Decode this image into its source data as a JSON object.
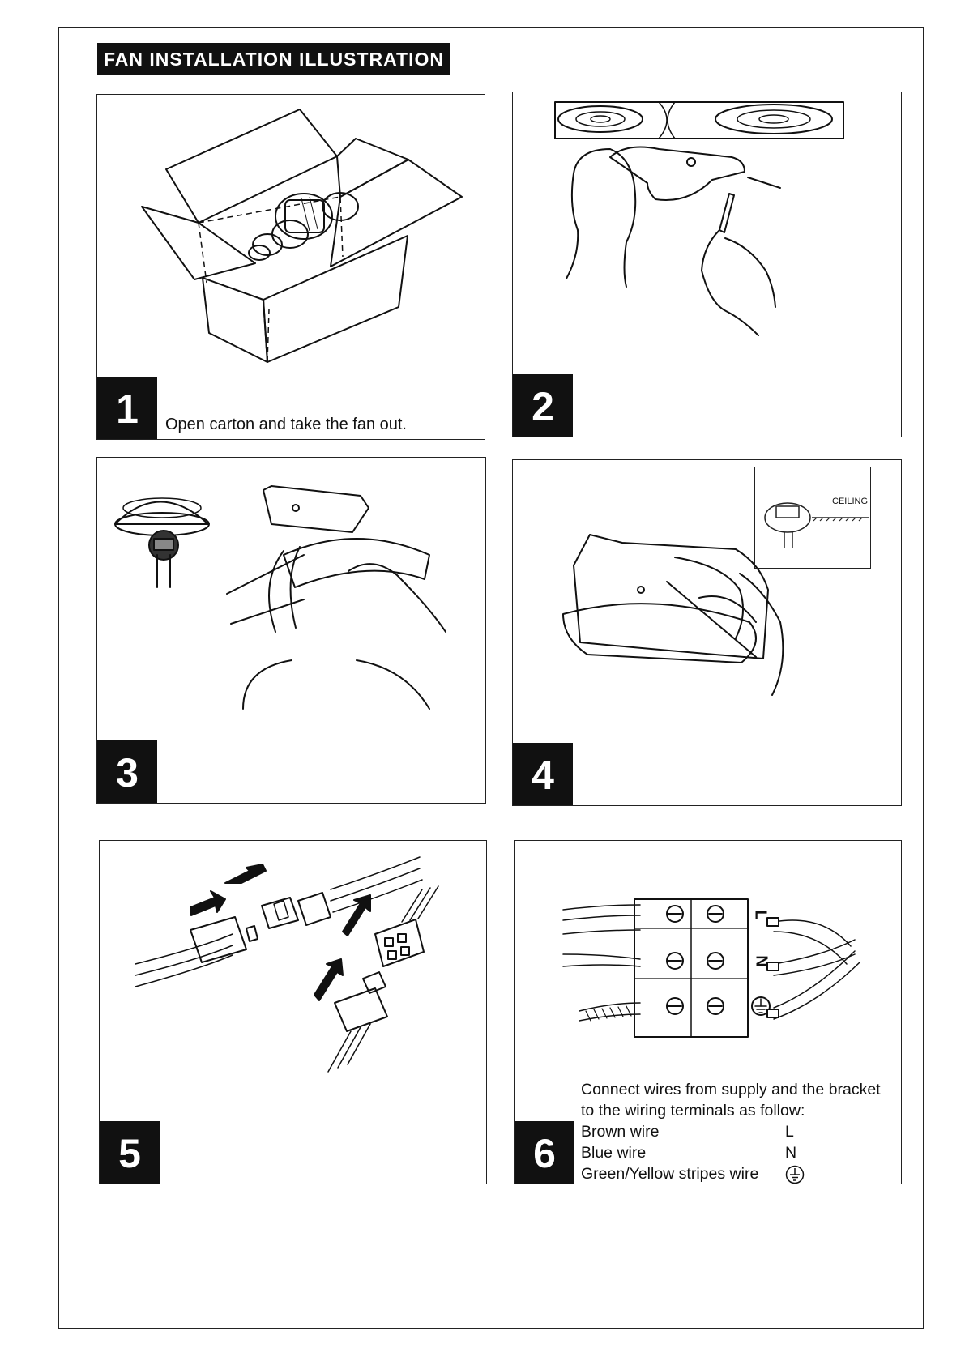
{
  "page": {
    "title": "FAN INSTALLATION ILLUSTRATION"
  },
  "steps": [
    {
      "number": "1",
      "caption": "Open carton and take the fan out."
    },
    {
      "number": "2",
      "caption": ""
    },
    {
      "number": "3",
      "caption": ""
    },
    {
      "number": "4",
      "caption": "",
      "inset_label": "CEILING"
    },
    {
      "number": "5",
      "caption": ""
    },
    {
      "number": "6",
      "caption_line1": "Connect wires from supply and the bracket",
      "caption_line2": "to the wiring terminals as follow:",
      "terminal_labels": {
        "l": "L",
        "n": "N"
      },
      "wires": [
        {
          "name": "Brown wire",
          "code": "L"
        },
        {
          "name": "Blue wire",
          "code": "N"
        },
        {
          "name": "Green/Yellow stripes wire",
          "code": "earth-icon"
        }
      ]
    }
  ]
}
